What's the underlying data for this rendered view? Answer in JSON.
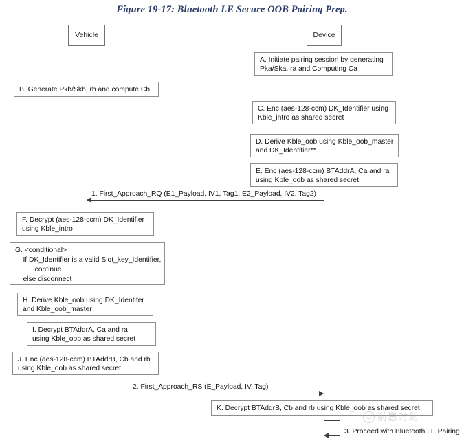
{
  "figure": {
    "title": "Figure 19-17: Bluetooth LE Secure OOB Pairing Prep.",
    "title_color": "#2b3d66"
  },
  "actors": [
    {
      "id": "vehicle",
      "label": "Vehicle"
    },
    {
      "id": "device",
      "label": "Device"
    }
  ],
  "notes": [
    {
      "id": "a",
      "side": "device",
      "text": "A. Initiate pairing session by generating\nPka/Ska, ra and Computing Ca"
    },
    {
      "id": "b",
      "side": "vehicle",
      "text": "B. Generate Pkb/Skb, rb and compute Cb"
    },
    {
      "id": "c",
      "side": "device",
      "text": "C. Enc (aes-128-ccm) DK_Identifier using\nKble_intro as shared secret"
    },
    {
      "id": "d",
      "side": "device",
      "text": "D. Derive Kble_oob using Kble_oob_master\nand DK_Identifier**"
    },
    {
      "id": "e",
      "side": "device",
      "text": "E. Enc (aes-128-ccm) BTAddrA, Ca and ra\nusing Kble_oob as shared secret"
    },
    {
      "id": "f",
      "side": "vehicle",
      "text": "F. Decrypt (aes-128-ccm) DK_Identifier\nusing Kble_intro"
    },
    {
      "id": "g",
      "side": "vehicle",
      "text": "G. <conditional>\n    If DK_Identifier is a valid Slot_key_Identifier,\n          continue\n    else disconnect"
    },
    {
      "id": "h",
      "side": "vehicle",
      "text": "H. Derive Kble_oob using DK_Identifer\nand Kble_oob_master"
    },
    {
      "id": "i",
      "side": "vehicle",
      "text": "I. Decrypt BTAddrA, Ca and ra\nusing Kble_oob as shared secret"
    },
    {
      "id": "j",
      "side": "vehicle",
      "text": "J. Enc (aes-128-ccm) BTAddrB, Cb and rb\nusing Kble_oob as shared secret"
    },
    {
      "id": "k",
      "side": "device",
      "text": "K. Decrypt BTAddrB, Cb and rb using Kble_oob as shared secret"
    }
  ],
  "messages": [
    {
      "id": "m1",
      "label": "1. First_Approach_RQ (E1_Payload, IV1, Tag1, E2_Payload, IV2, Tag2)",
      "direction": "device-to-vehicle"
    },
    {
      "id": "m2",
      "label": "2. First_Approach_RS (E_Payload, IV, Tag)",
      "direction": "vehicle-to-device"
    },
    {
      "id": "m3",
      "label": "3. Proceed with Bluetooth LE Pairing",
      "direction": "self-device"
    }
  ],
  "watermark": {
    "text": "前思时刻",
    "logo": "circle-smile-icon"
  }
}
